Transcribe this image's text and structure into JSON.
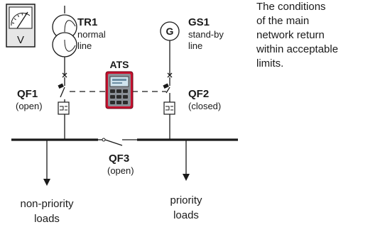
{
  "meter": {
    "unit": "V"
  },
  "tr1": {
    "name": "TR1",
    "line1": "normal",
    "line2": "line"
  },
  "gs1": {
    "symbol": "G",
    "name": "GS1",
    "line1": "stand-by",
    "line2": "line"
  },
  "ats": {
    "label": "ATS"
  },
  "qf1": {
    "name": "QF1",
    "state": "(open)"
  },
  "qf2": {
    "name": "QF2",
    "state": "(closed)"
  },
  "qf3": {
    "name": "QF3",
    "state": "(open)"
  },
  "loads": {
    "left_line1": "non-priority",
    "left_line2": "loads",
    "right_line1": "priority",
    "right_line2": "loads"
  },
  "note": "The conditions\nof the main\nnetwork return\nwithin acceptable\nlimits.",
  "colors": {
    "ats_body": "#c8102e",
    "ats_screen": "#cfe3ee",
    "meter_bg": "#e6e6e6"
  }
}
